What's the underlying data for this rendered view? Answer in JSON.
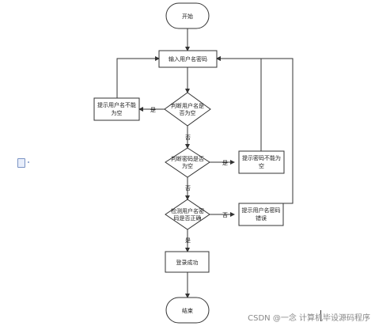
{
  "nodes": {
    "start": "开始",
    "input": "输入用户名密码",
    "check_empty": [
      "判断用户名是",
      "否为空"
    ],
    "prompt_empty": [
      "提示用户名不能",
      "为空"
    ],
    "check_pwd_empty": [
      "判断密码是否",
      "为空"
    ],
    "prompt_pwd_empty": [
      "提示密码不能为",
      "空"
    ],
    "verify": [
      "检测用户名密",
      "码是否正确"
    ],
    "prompt_wrong": [
      "提示用户名密码",
      "错误"
    ],
    "login_ok": "登录成功",
    "end": "结束"
  },
  "edges": {
    "yes": "是",
    "no": "否"
  },
  "watermark": "CSDN @一念 计算机毕设源码程序",
  "colors": {
    "stroke": "#333333",
    "fill": "#ffffff",
    "text": "#222222",
    "watermark": "#888888"
  }
}
